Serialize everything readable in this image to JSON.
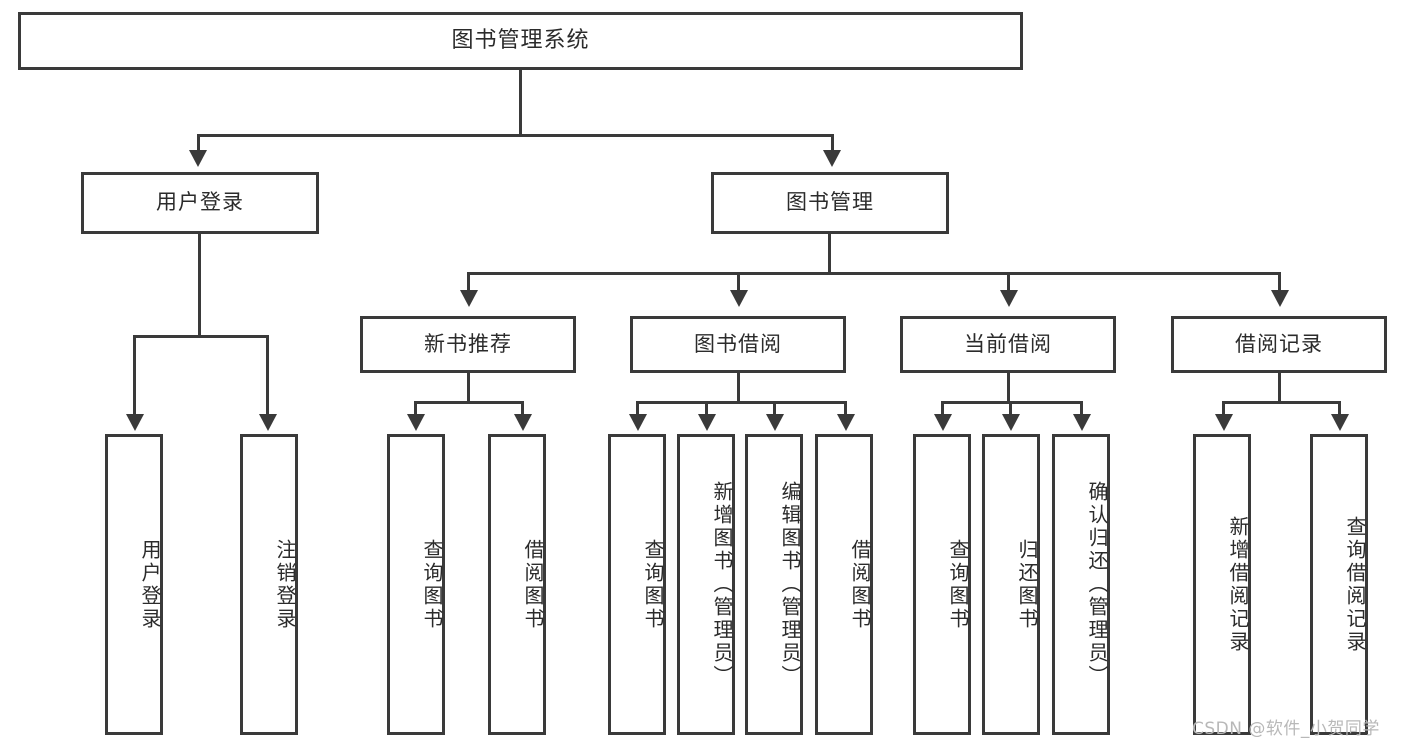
{
  "diagram": {
    "title": "图书管理系统",
    "type": "tree-hierarchy-chart",
    "root": {
      "label": "图书管理系统"
    },
    "level1": [
      {
        "id": "user-login",
        "label": "用户登录"
      },
      {
        "id": "book-management",
        "label": "图书管理"
      }
    ],
    "level2": [
      {
        "id": "new-book-recommend",
        "label": "新书推荐",
        "parent": "book-management"
      },
      {
        "id": "book-borrow",
        "label": "图书借阅",
        "parent": "book-management"
      },
      {
        "id": "current-borrow",
        "label": "当前借阅",
        "parent": "book-management"
      },
      {
        "id": "borrow-record",
        "label": "借阅记录",
        "parent": "book-management"
      }
    ],
    "leaves": {
      "user_login": [
        {
          "id": "leaf-user-login",
          "label": "用户登录"
        },
        {
          "id": "leaf-logout",
          "label": "注销登录"
        }
      ],
      "new_book_recommend": [
        {
          "id": "leaf-query-book-1",
          "label": "查询图书"
        },
        {
          "id": "leaf-borrow-book-1",
          "label": "借阅图书"
        }
      ],
      "book_borrow": [
        {
          "id": "leaf-query-book-2",
          "label": "查询图书"
        },
        {
          "id": "leaf-add-book",
          "label": "新增图书（管理员）"
        },
        {
          "id": "leaf-edit-book",
          "label": "编辑图书（管理员）"
        },
        {
          "id": "leaf-borrow-book-2",
          "label": "借阅图书"
        }
      ],
      "current_borrow": [
        {
          "id": "leaf-query-book-3",
          "label": "查询图书"
        },
        {
          "id": "leaf-return-book",
          "label": "归还图书"
        },
        {
          "id": "leaf-confirm-return",
          "label": "确认归还（管理员）"
        }
      ],
      "borrow_record": [
        {
          "id": "leaf-add-record",
          "label": "新增借阅记录"
        },
        {
          "id": "leaf-query-record",
          "label": "查询借阅记录"
        }
      ]
    }
  },
  "watermark": {
    "text": "CSDN @软件_小贺同学"
  },
  "colors": {
    "stroke": "#3a3a3a",
    "text": "#2b2b2b",
    "background": "#ffffff",
    "watermark": "#b8b8b8"
  }
}
